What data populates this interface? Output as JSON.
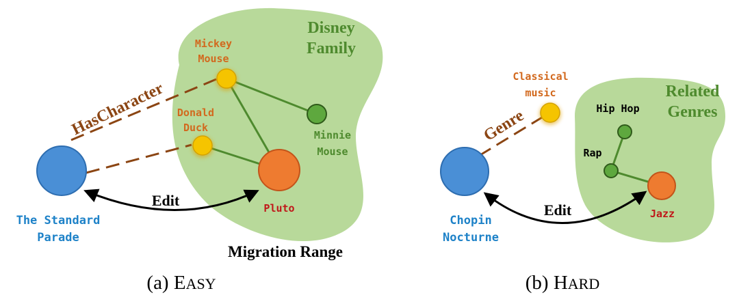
{
  "panel_a": {
    "group_title_line1": "Disney",
    "group_title_line2": "Family",
    "node_mickey_line1": "Mickey",
    "node_mickey_line2": "Mouse",
    "node_donald_line1": "Donald",
    "node_donald_line2": "Duck",
    "node_minnie_line1": "Minnie",
    "node_minnie_line2": "Mouse",
    "node_pluto": "Pluto",
    "subject_line1": "The Standard",
    "subject_line2": "Parade",
    "relation": "HasCharacter",
    "edit_label": "Edit",
    "range_label": "Migration Range",
    "caption_prefix": "(a) E",
    "caption_small": "ASY"
  },
  "panel_b": {
    "group_title_line1": "Related",
    "group_title_line2": "Genres",
    "node_classical_line1": "Classical",
    "node_classical_line2": "music",
    "node_hiphop": "Hip Hop",
    "node_rap": "Rap",
    "node_jazz": "Jazz",
    "subject_line1": "Chopin",
    "subject_line2": "Nocturne",
    "relation": "Genre",
    "edit_label": "Edit",
    "caption_prefix": "(b) H",
    "caption_small": "ARD"
  },
  "colors": {
    "blob": "#b8d99a",
    "title_green": "#4e8a2e",
    "orange_text": "#d2691e",
    "relation_brown": "#8b4513",
    "blue": "#4a8fd6",
    "blue_text": "#1e82c8",
    "yellow": "#f5c400",
    "orange_node": "#ee7b30",
    "green_node": "#5ea83e",
    "red_text": "#c0181a"
  }
}
